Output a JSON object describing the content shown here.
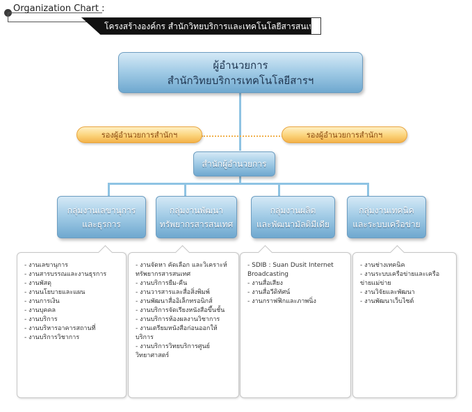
{
  "header": {
    "title": "Organization Chart :",
    "banner": "โครงสร้างองค์กร สำนักวิทยบริการและเทคโนโลยีสารสนเทศ"
  },
  "chart": {
    "director": [
      "ผู้อำนวยการ",
      "สำนักวิทยบริการเทคโนโลยีสารฯ"
    ],
    "deputy_left": "รองผู้อำนวยการสำนักฯ",
    "deputy_right": "รองผู้อำนวยการสำนักฯ",
    "office": "สำนักผู้อำนวยการ",
    "groups": [
      {
        "lines": [
          "กลุ่มงานเลขานุการ",
          "และธุรการ"
        ],
        "items": [
          "งานเลขานุการ",
          "งานสารบรรณและงานธุรการ",
          "งานพัสดุ",
          "งานนโยบายและแผน",
          "งานการเงิน",
          "งานบุคคล",
          "งานบริการ",
          "งานบริหารอาคารสถานที่",
          "งานบริการวิชาการ"
        ]
      },
      {
        "lines": [
          "กลุ่มงานพัฒนา",
          "ทรัพยากรสารสนเทศ"
        ],
        "items": [
          "งานจัดหา คัดเลือก และวิเคราะห์ทรัพยากรสารสนเทศ",
          "งานบริการยืม-คืน",
          "งานวารสารและสื่อสิ่งพิมพ์",
          "งานพัฒนาสื่ออิเล็กทรอนิกส์",
          "งานบริการจัดเรียงหนังสือขึ้นชั้น",
          "งานบริการห้องผลงานวิชาการ",
          "งานเตรียมหนังสือก่อนออกให้บริการ",
          "งานบริการวิทยบริการศูนย์วิทยาศาสตร์"
        ]
      },
      {
        "lines": [
          "กลุ่มงานผลิต",
          "และพัฒนามัลติมีเดีย"
        ],
        "items": [
          "SDIB : Suan Dusit Internet Broadcasting",
          "งานสื่อเสียง",
          "งานสื่อวีดิทัศน์",
          "งานกราฟฟิกและภาพนิ่ง"
        ]
      },
      {
        "lines": [
          "กลุ่มงานเทคนิค",
          "และระบบเครือข่าย"
        ],
        "items": [
          "งานช่างเทคนิค",
          "งานระบบเครือข่ายและเครือข่ายแม่ข่าย",
          "งานวิจัยและพัฒนา",
          "งานพัฒนาเว็บไซต์"
        ]
      }
    ]
  }
}
